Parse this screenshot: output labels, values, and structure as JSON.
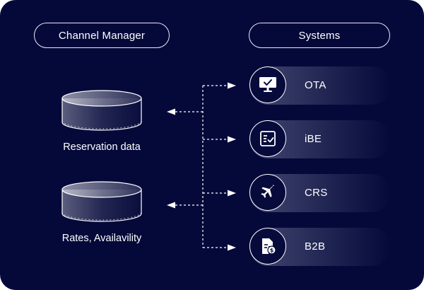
{
  "headers": {
    "left": "Channel Manager",
    "right": "Systems"
  },
  "databases": [
    {
      "label": "Reservation data"
    },
    {
      "label": "Rates, Availavility"
    }
  ],
  "systems": [
    {
      "label": "OTA",
      "icon": "monitor-check-icon"
    },
    {
      "label": "iBE",
      "icon": "checklist-icon"
    },
    {
      "label": "CRS",
      "icon": "airplane-icon"
    },
    {
      "label": "B2B",
      "icon": "invoice-dollar-icon"
    }
  ],
  "colors": {
    "background": "#05093a",
    "line": "#ffffff",
    "row_gradient_start": "#434771"
  }
}
